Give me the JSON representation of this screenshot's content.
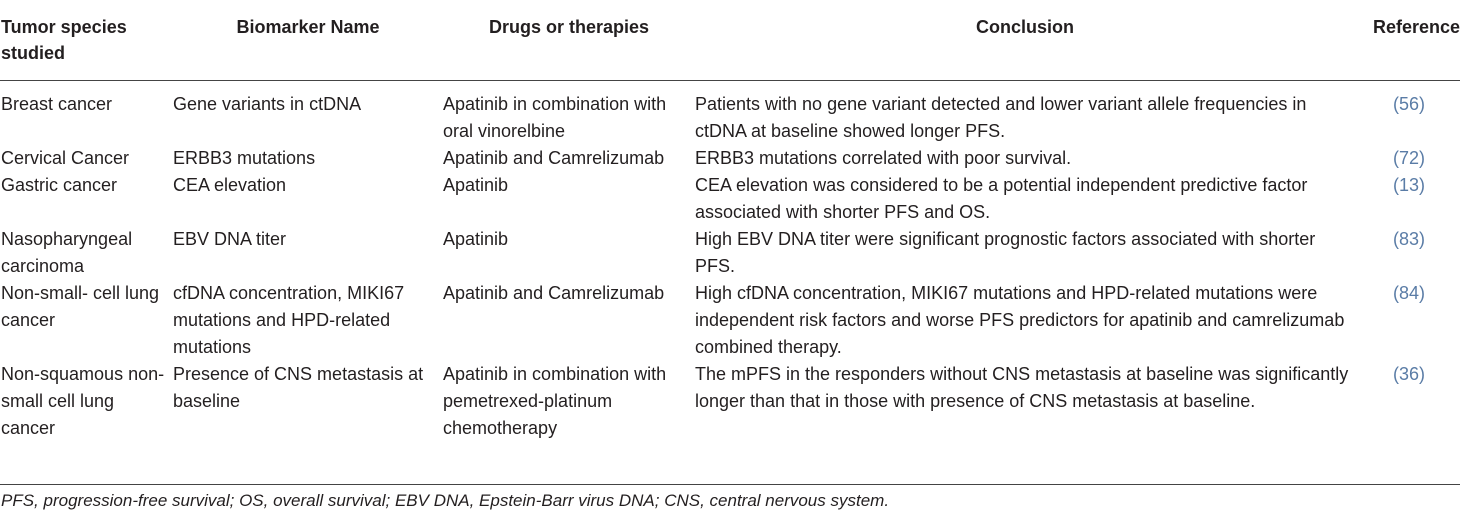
{
  "table": {
    "headers": [
      "Tumor species studied",
      "Biomarker Name",
      "Drugs or therapies",
      "Conclusion",
      "Reference"
    ],
    "rows": [
      {
        "tumor": "Breast cancer",
        "biomarker": "Gene variants in ctDNA",
        "drugs": "Apatinib in combination with oral vinorelbine",
        "conclusion": "Patients with no gene variant detected and lower variant allele frequencies in ctDNA at baseline showed longer PFS.",
        "reference": "(56)"
      },
      {
        "tumor": "Cervical Cancer",
        "biomarker": "ERBB3 mutations",
        "drugs": "Apatinib and Camrelizumab",
        "conclusion": "ERBB3 mutations correlated with poor survival.",
        "reference": "(72)"
      },
      {
        "tumor": "Gastric cancer",
        "biomarker": "CEA elevation",
        "drugs": "Apatinib",
        "conclusion": "CEA elevation was considered to be a potential independent predictive factor associated with shorter PFS and OS.",
        "reference": "(13)"
      },
      {
        "tumor": "Nasopharyngeal carcinoma",
        "biomarker": "EBV DNA titer",
        "drugs": "Apatinib",
        "conclusion": "High EBV DNA titer were significant prognostic factors associated with shorter PFS.",
        "reference": "(83)"
      },
      {
        "tumor": "Non-small- cell lung cancer",
        "biomarker": "cfDNA concentration, MIKI67 mutations and HPD-related mutations",
        "drugs": "Apatinib and Camrelizumab",
        "conclusion": "High cfDNA concentration, MIKI67 mutations and HPD-related mutations were independent risk factors and worse PFS predictors for apatinib and camrelizumab combined therapy.",
        "reference": "(84)"
      },
      {
        "tumor": "Non-squamous non-small cell lung cancer",
        "biomarker": "Presence of CNS metastasis at baseline",
        "drugs": "Apatinib in combination with pemetrexed-platinum chemotherapy",
        "conclusion": "The mPFS in the responders without CNS metastasis at baseline was significantly longer than that in those with presence of CNS metastasis at baseline.",
        "reference": "(36)"
      }
    ]
  },
  "footnote": "PFS, progression-free survival; OS, overall survival; EBV DNA, Epstein-Barr virus DNA; CNS, central nervous system.",
  "colors": {
    "text": "#231f20",
    "reference_link": "#5a7ca6",
    "rule": "#444444"
  }
}
